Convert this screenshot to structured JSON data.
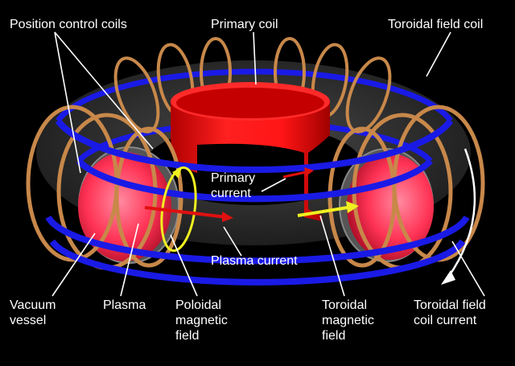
{
  "labels": {
    "position_control_coils": "Position control coils",
    "primary_coil": "Primary coil",
    "toroidal_field_coil": "Toroidal field coil",
    "primary_current": "Primary\ncurrent",
    "plasma_current": "Plasma current",
    "vacuum_vessel": "Vacuum\nvessel",
    "plasma": "Plasma",
    "poloidal_magnetic_field": "Poloidal\nmagnetic\nfield",
    "toroidal_magnetic_field": "Toroidal\nmagnetic\nfield",
    "toroidal_field_coil_current": "Toroidal field\ncoil current"
  },
  "colors": {
    "background": "#000000",
    "label_text": "#ffffff",
    "leader_lines": "#ffffff",
    "vacuum_vessel": "#3a3a3a",
    "position_control_coils": "#1a1ae6",
    "toroidal_field_coils": "#c8884a",
    "primary_coil": "#ff1010",
    "plasma": "#ff3a5a",
    "poloidal_field_arrow": "#f0f020",
    "toroidal_field_arrow": "#f0f020",
    "current_arrows": "#e01010",
    "coil_current_arrow": "#ffffff"
  }
}
